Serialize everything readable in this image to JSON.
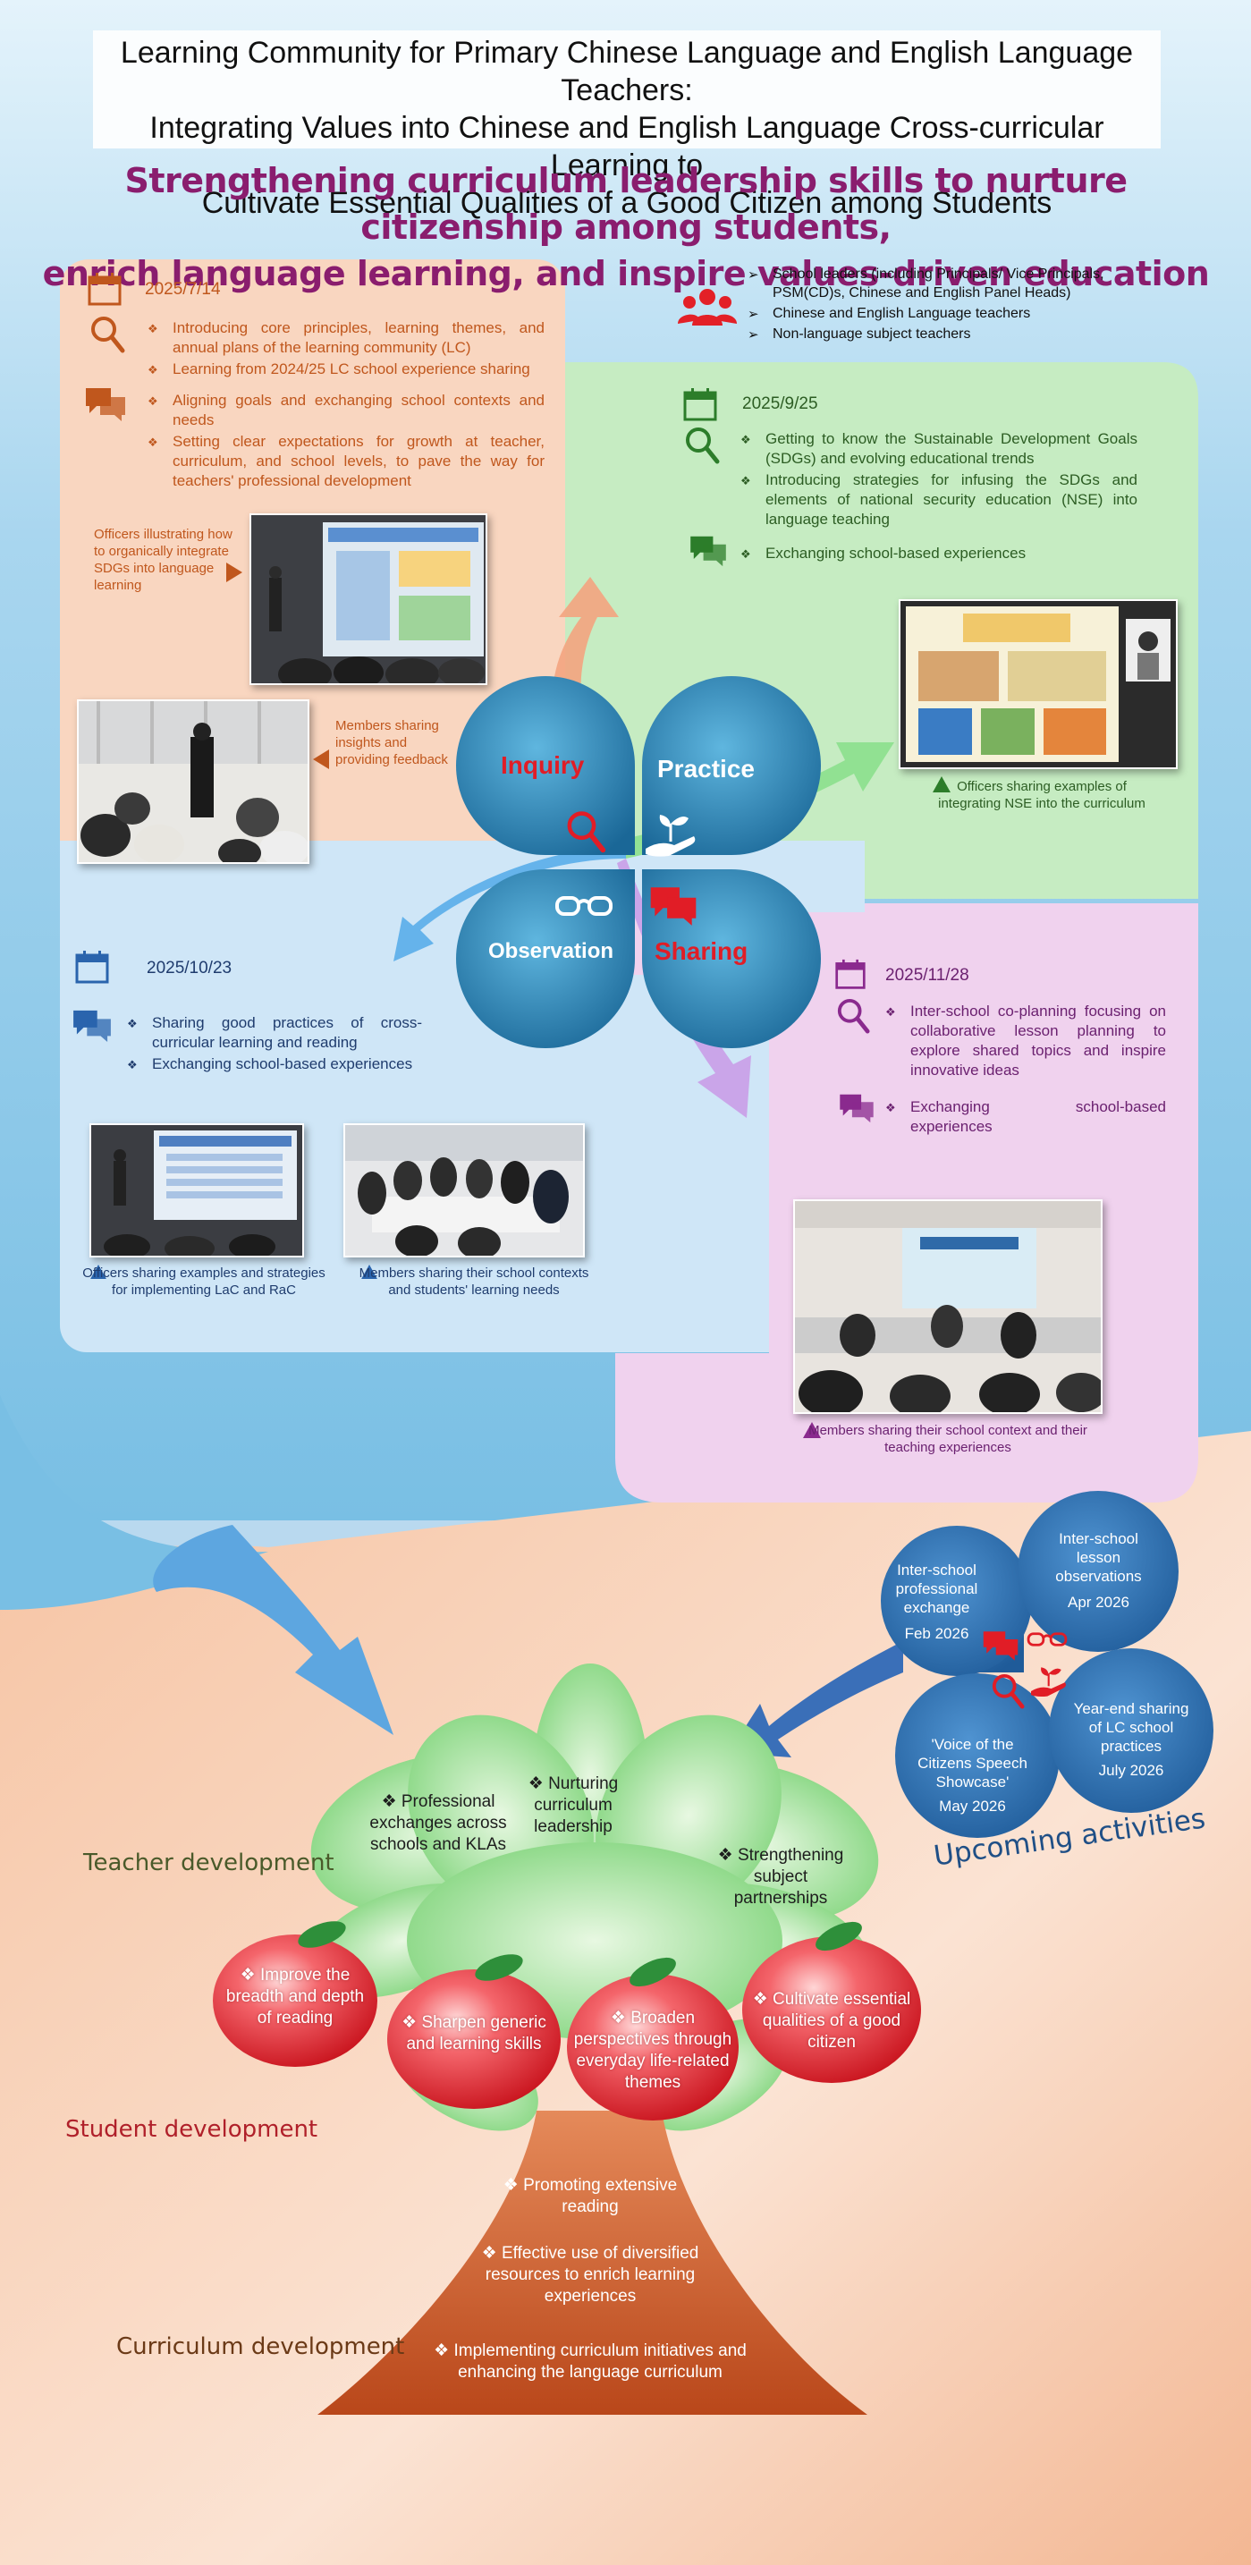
{
  "title": {
    "line1": "Learning Community for Primary Chinese Language and English Language Teachers:",
    "line2": "Integrating Values into Chinese and English Language Cross-curricular Learning to",
    "line3": "Cultivate Essential Qualities of a Good Citizen among Students"
  },
  "subtitle": {
    "line1": "Strengthening curriculum leadership skills to nurture citizenship among students,",
    "line2": "enrich language learning, and inspire values-driven education"
  },
  "participants": [
    "School leaders (including Principals/ Vice Principals, PSM(CD)s, Chinese and English Panel Heads)",
    "Chinese and English Language teachers",
    "Non-language subject teachers"
  ],
  "session1": {
    "date": "2025/7/14",
    "inquiry": [
      "Introducing core principles, learning themes, and annual plans of the learning community (LC)",
      "Learning from 2024/25 LC school experience sharing"
    ],
    "sharing": [
      "Aligning goals and exchanging school contexts and needs",
      "Setting clear expectations for growth at teacher, curriculum, and school levels, to pave the way for teachers' professional development"
    ],
    "photo1_caption": "Officers illustrating how to organically integrate SDGs into language learning",
    "photo2_caption": "Members sharing insights and providing feedback"
  },
  "session2": {
    "date": "2025/9/25",
    "inquiry": [
      "Getting to know the Sustainable Development Goals (SDGs) and evolving educational trends",
      "Introducing strategies for infusing the SDGs and elements of national security education (NSE) into language teaching"
    ],
    "sharing": [
      "Exchanging school-based experiences"
    ],
    "photo_caption": "Officers sharing examples of integrating NSE into the curriculum"
  },
  "session3": {
    "date": "2025/10/23",
    "sharing": [
      "Sharing good practices of cross-curricular learning and reading",
      "Exchanging school-based experiences"
    ],
    "photo1_caption": "Officers sharing examples and strategies for implementing LaC and RaC",
    "photo2_caption": "Members sharing their school contexts and students' learning needs"
  },
  "session4": {
    "date": "2025/11/28",
    "inquiry": [
      "Inter-school co-planning focusing on collaborative lesson planning to explore shared topics and inspire innovative ideas"
    ],
    "sharing": [
      "Exchanging school-based experiences"
    ],
    "photo_caption": "Members sharing their school context and their teaching experiences"
  },
  "cycle": {
    "inquiry": "Inquiry",
    "practice": "Practice",
    "observation": "Observation",
    "sharing": "Sharing"
  },
  "upcoming": {
    "label": "Upcoming activities",
    "a1_title": "Inter-school professional exchange",
    "a1_date": "Feb 2026",
    "a2_title": "Inter-school lesson observations",
    "a2_date": "Apr 2026",
    "a3_title": "'Voice of the Citizens Speech Showcase'",
    "a3_date": "May 2026",
    "a4_title": "Year-end sharing of LC school practices",
    "a4_date": "July 2026"
  },
  "tree": {
    "teacher_label": "Teacher development",
    "student_label": "Student development",
    "curriculum_label": "Curriculum development",
    "teacher_items": [
      "Professional exchanges across schools and KLAs",
      "Nurturing curriculum leadership",
      "Strengthening subject partnerships"
    ],
    "student_items": [
      "Improve the breadth and depth of reading",
      "Sharpen generic and learning skills",
      "Broaden perspectives through everyday life-related themes",
      "Cultivate essential qualities of a good citizen"
    ],
    "curriculum_items": [
      "Promoting extensive reading",
      "Effective use of diversified resources to enrich learning experiences",
      "Implementing curriculum initiatives and enhancing the language curriculum"
    ]
  },
  "colors": {
    "orange": "#c0571d",
    "green": "#2c5d23",
    "blue": "#1f3c6e",
    "purple": "#6b2170",
    "subtitle": "#8a1d6e",
    "apple": "#e8262e",
    "trunk": "#c8561f"
  }
}
